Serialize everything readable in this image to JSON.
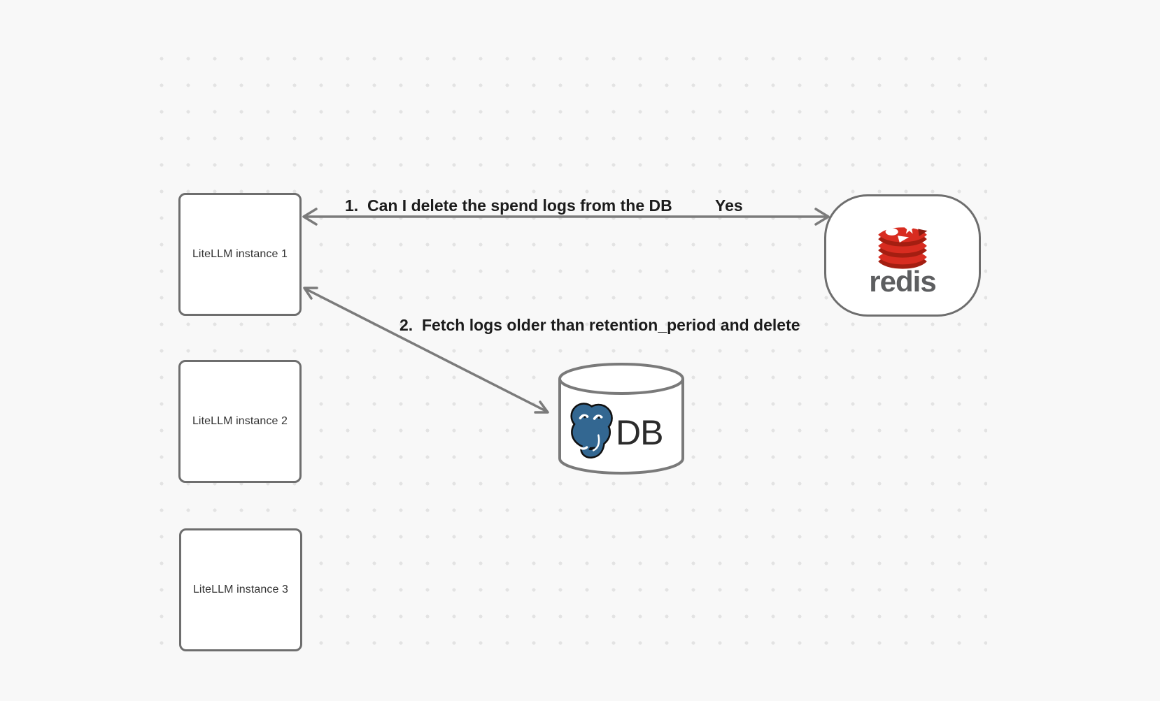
{
  "nodes": {
    "instance1": {
      "label": "LiteLLM instance 1"
    },
    "instance2": {
      "label": "LiteLLM instance 2"
    },
    "instance3": {
      "label": "LiteLLM instance 3"
    },
    "redis": {
      "label": "redis"
    },
    "db": {
      "label": "DB"
    }
  },
  "edges": {
    "edge1": {
      "label": "1.  Can I delete the spend logs from the DB",
      "response": "Yes",
      "from": "redis",
      "to": "instance1",
      "style": "double-headed horizontal arrow"
    },
    "edge2": {
      "label": "2.  Fetch logs older than retention_period and delete",
      "from": "instance1",
      "to": "db",
      "style": "double-headed diagonal arrow"
    }
  },
  "icons": {
    "redis": "redis-logo-icon",
    "db": "postgresql-elephant-icon",
    "db_shape": "database-cylinder-icon"
  },
  "colors": {
    "background": "#f8f8f8",
    "grid_dot": "#e3e3e3",
    "node_border": "#6e6e6e",
    "node_fill": "#ffffff",
    "arrow": "#7b7b7b",
    "edge_label_text": "#1c1c1c",
    "node_label_text": "#333333",
    "redis_red": "#d82c20",
    "redis_red_dark": "#a41e11",
    "redis_wordmark_gray": "#5d5e60",
    "postgres_blue": "#336791"
  }
}
